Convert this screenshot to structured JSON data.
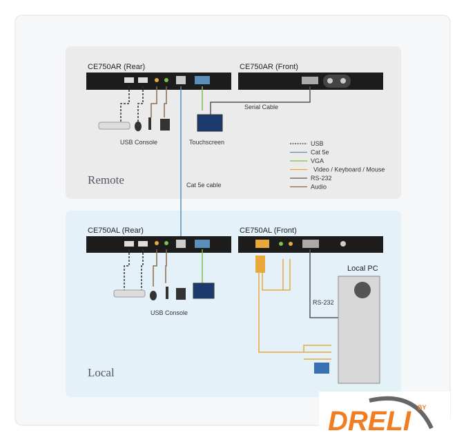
{
  "remote": {
    "label": "Remote",
    "rear_title": "CE750AR (Rear)",
    "front_title": "CE750AR (Front)",
    "usb_console": "USB Console",
    "touchscreen": "Touchscreen",
    "serial_cable": "Serial Cable"
  },
  "cat5e_cable": "Cat 5e cable",
  "local": {
    "label": "Local",
    "rear_title": "CE750AL (Rear)",
    "front_title": "CE750AL (Front)",
    "usb_console": "USB Console",
    "local_pc": "Local PC",
    "rs232": "RS-232"
  },
  "legend": [
    {
      "label": "USB",
      "color": "#333333",
      "style": "dashed"
    },
    {
      "label": "Cat 5e",
      "color": "#5b8fb9",
      "style": "solid"
    },
    {
      "label": "VGA",
      "color": "#7cbf4a",
      "style": "solid"
    },
    {
      "label": "Video / Keyboard / Mouse",
      "color": "#e8a93a",
      "style": "solid"
    },
    {
      "label": "RS-232",
      "color": "#555555",
      "style": "solid"
    },
    {
      "label": "Audio",
      "color": "#8a6a4a",
      "style": "solid"
    }
  ],
  "logo": {
    "text": "DRELI",
    "by": "BY",
    "color": "#f07d22"
  }
}
